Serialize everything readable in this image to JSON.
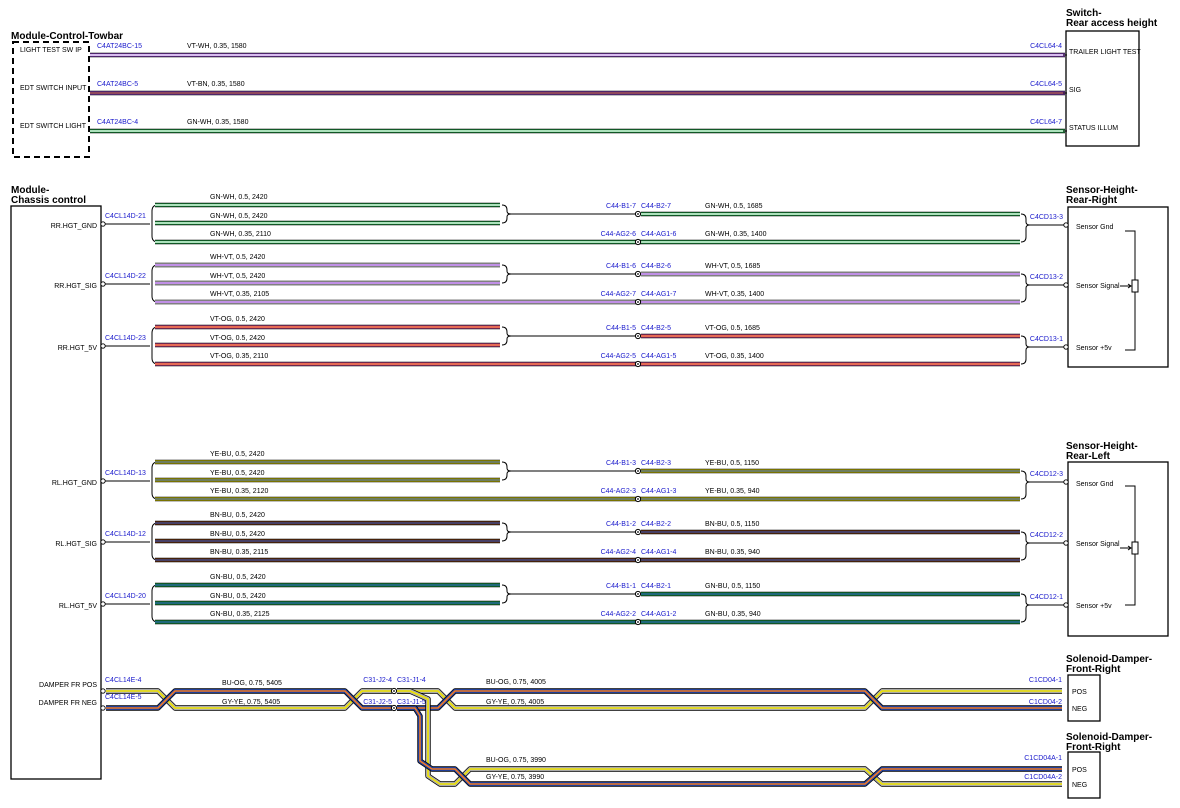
{
  "modules": [
    {
      "id": "towbar",
      "title1": "Module-Control-Towbar",
      "title2": ""
    },
    {
      "id": "switch_height",
      "title1": "Switch-",
      "title2": "Rear access height"
    },
    {
      "id": "chassis",
      "title1": "Module-",
      "title2": "Chassis control"
    },
    {
      "id": "sensor_rr",
      "title1": "Sensor-Height-",
      "title2": "Rear-Right"
    },
    {
      "id": "sensor_rl",
      "title1": "Sensor-Height-",
      "title2": "Rear-Left"
    },
    {
      "id": "damper_fr",
      "title1": "Solenoid-Damper-",
      "title2": "Front-Right"
    },
    {
      "id": "damper_fr2",
      "title1": "Solenoid-Damper-",
      "title2": "Front-Right"
    }
  ],
  "towbar_pins": [
    "LIGHT TEST SW IP",
    "EDT SWITCH INPUT",
    "EDT SWITCH LIGHT"
  ],
  "switch_pins": [
    "TRAILER LIGHT TEST",
    "SIG",
    "STATUS ILLUM"
  ],
  "towbar_wires": [
    {
      "left": "C4AT24BC-15",
      "label": "VT-WH,  0.35,  1580",
      "right": "C4CL64-4",
      "colors": [
        "#9a4cd8",
        "#ffffff"
      ]
    },
    {
      "left": "C4AT24BC-5",
      "label": "VT-BN,  0.35,  1580",
      "right": "C4CL64-5",
      "colors": [
        "#9a4cd8",
        "#8b4513"
      ]
    },
    {
      "left": "C4AT24BC-4",
      "label": "GN-WH,  0.35,  1580",
      "right": "C4CL64-7",
      "colors": [
        "#22b14c",
        "#ffffff"
      ]
    }
  ],
  "chassis_pins": [
    "RR.HGT_GND",
    "RR.HGT_SIG",
    "RR.HGT_5V",
    "RL.HGT_GND",
    "RL.HGT_SIG",
    "RL.HGT_5V",
    "DAMPER FR POS",
    "DAMPER FR NEG"
  ],
  "sensor_pins": [
    "Sensor Gnd",
    "Sensor Signal",
    "Sensor +5v"
  ],
  "damper_pins": [
    "POS",
    "NEG"
  ],
  "sensor_groups": [
    {
      "pinconn": "C4CL14D-21",
      "w1": "GN-WH,  0.5,  2420",
      "w2": "GN-WH,  0.5,  2420",
      "w3": "GN-WH,  0.35,  2110",
      "ca": "C44-B1-7",
      "cb": "C44-B2-7",
      "cc": "C44-AG2-6",
      "cd": "C44-AG1-6",
      "ra": "GN-WH,  0.5,  1685",
      "rb": "GN-WH,  0.35,  1400",
      "end": "C4CD13-3",
      "colors": [
        "#22b14c",
        "#ffffff"
      ]
    },
    {
      "pinconn": "C4CL14D-22",
      "w1": "WH-VT,  0.5,  2420",
      "w2": "WH-VT,  0.5,  2420",
      "w3": "WH-VT,  0.35,  2105",
      "ca": "C44-B1-6",
      "cb": "C44-B2-6",
      "cc": "C44-AG2-7",
      "cd": "C44-AG1-7",
      "ra": "WH-VT,  0.5,  1685",
      "rb": "WH-VT,  0.35,  1400",
      "end": "C4CD13-2",
      "colors": [
        "#ffffff",
        "#9a4cd8"
      ]
    },
    {
      "pinconn": "C4CL14D-23",
      "w1": "VT-OG,  0.5,  2420",
      "w2": "VT-OG,  0.5,  2420",
      "w3": "VT-OG,  0.35,  2110",
      "ca": "C44-B1-5",
      "cb": "C44-B2-5",
      "cc": "C44-AG2-5",
      "cd": "C44-AG1-5",
      "ra": "VT-OG,  0.5,  1685",
      "rb": "VT-OG,  0.35,  1400",
      "end": "C4CD13-1",
      "colors": [
        "#d94f9e",
        "#f07a28"
      ]
    },
    {
      "pinconn": "C4CL14D-13",
      "w1": "YE-BU,  0.5,  2420",
      "w2": "YE-BU,  0.5,  2420",
      "w3": "YE-BU,  0.35,  2120",
      "ca": "C44-B1-3",
      "cb": "C44-B2-3",
      "cc": "C44-AG2-3",
      "cd": "C44-AG1-3",
      "ra": "YE-BU,  0.5,  1150",
      "rb": "YE-BU,  0.35,  940",
      "end": "C4CD12-3",
      "colors": [
        "#f2e600",
        "#1f3f99"
      ]
    },
    {
      "pinconn": "C4CL14D-12",
      "w1": "BN-BU,  0.5,  2420",
      "w2": "BN-BU,  0.5,  2420",
      "w3": "BN-BU,  0.35,  2115",
      "ca": "C44-B1-2",
      "cb": "C44-B2-2",
      "cc": "C44-AG2-4",
      "cd": "C44-AG1-4",
      "ra": "BN-BU,  0.5,  1150",
      "rb": "BN-BU,  0.35,  940",
      "end": "C4CD12-2",
      "colors": [
        "#8b4513",
        "#1f3f99"
      ]
    },
    {
      "pinconn": "C4CL14D-20",
      "w1": "GN-BU,  0.5,  2420",
      "w2": "GN-BU,  0.5,  2420",
      "w3": "GN-BU,  0.35,  2125",
      "ca": "C44-B1-1",
      "cb": "C44-B2-1",
      "cc": "C44-AG2-2",
      "cd": "C44-AG1-2",
      "ra": "GN-BU,  0.5,  1150",
      "rb": "GN-BU,  0.35,  940",
      "end": "C4CD12-1",
      "colors": [
        "#22b14c",
        "#1f3f99"
      ]
    }
  ],
  "damper": {
    "pos_conn": "C4CL14E-4",
    "neg_conn": "C4CL14E-5",
    "pos_label": "BU-OG,  0.75,  5405",
    "neg_label": "GY-YE,  0.75,  5405",
    "c31": [
      "C31-J2-4",
      "C31-J1-4",
      "C31-J2-5",
      "C31-J1-5"
    ],
    "r_pos_label": "BU-OG,  0.75,  4005",
    "r_neg_label": "GY-YE,  0.75,  4005",
    "end_pos": "C1CD04-1",
    "end_neg": "C1CD04-2",
    "b_pos_label": "BU-OG,  0.75,  3990",
    "b_neg_label": "GY-YE,  0.75,  3990",
    "end2_pos": "C1CD04A-1",
    "end2_neg": "C1CD04A-2",
    "pos_colors": [
      "#1f3f99",
      "#f07a28"
    ],
    "neg_colors": [
      "#aaaaaa",
      "#f2e600"
    ]
  }
}
